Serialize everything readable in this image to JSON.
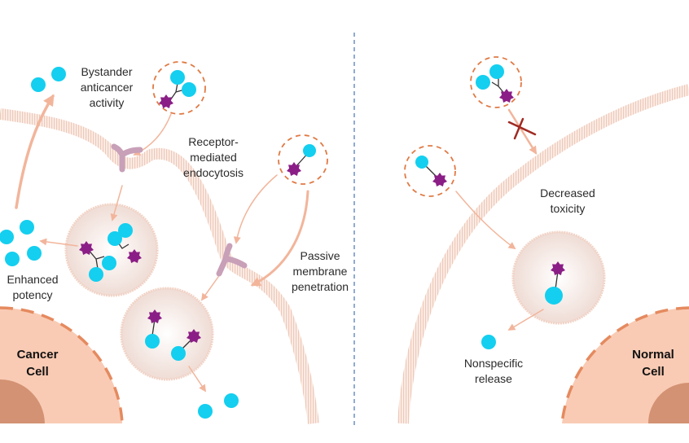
{
  "figure": {
    "title": "Targeted drug conjugate delivery: cancer cell vs normal cell",
    "colors": {
      "payload_cyan": "#14cfef",
      "drug_purple": "#8b1e86",
      "carrier_ring": "#e07a45",
      "arrow": "#f2b59b",
      "membrane": "#f1d3c6",
      "vesicle": "#f4e6e1",
      "cell_body": "#f9cbb4",
      "nucleus": "#d39273",
      "receptor": "#c8a0b8",
      "block_x": "#a02a22",
      "divider": "#6d8fc4"
    }
  },
  "left_panel": {
    "cell_label": "Cancer\nCell",
    "labels": {
      "bystander": "Bystander\nanticancer\nactivity",
      "receptor": "Receptor-\nmediated\nendocytosis",
      "passive": "Passive\nmembrane\npenetration",
      "enhanced": "Enhanced\npotency"
    }
  },
  "right_panel": {
    "cell_label": "Normal\nCell",
    "labels": {
      "decreased": "Decreased\ntoxicity",
      "nonspecific": "Nonspecific\nrelease"
    }
  }
}
